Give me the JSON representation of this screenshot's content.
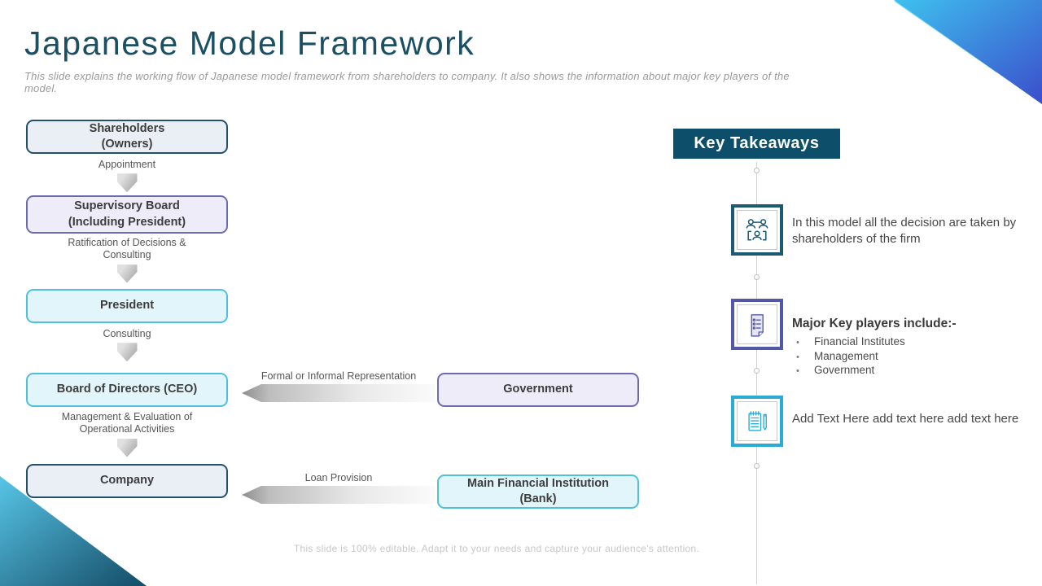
{
  "slide": {
    "title": "Japanese Model Framework",
    "subtitle": "This slide explains the working flow of Japanese model framework from shareholders to company. It also shows the information about major key players of the model.",
    "footer": "This slide is 100% editable. Adapt it to your needs and capture your audience's attention."
  },
  "flow": {
    "nodes": [
      {
        "line1": "Shareholders",
        "line2": "(Owners)"
      },
      {
        "line1": "Supervisory Board",
        "line2": "(Including President)"
      },
      {
        "line1": "President"
      },
      {
        "line1": "Board of Directors (CEO)"
      },
      {
        "line1": "Company"
      }
    ],
    "connectors": [
      {
        "label": "Appointment"
      },
      {
        "label": "Ratification of Decisions & Consulting"
      },
      {
        "label": "Consulting"
      },
      {
        "label": "Management & Evaluation of Operational Activities"
      }
    ],
    "side_nodes": [
      {
        "line1": "Government"
      },
      {
        "line1": "Main Financial Institution",
        "line2": "(Bank)"
      }
    ],
    "horizontal_links": [
      {
        "label": "Formal or Informal Representation"
      },
      {
        "label": "Loan Provision"
      }
    ]
  },
  "key_takeaways": {
    "header": "Key Takeaways",
    "items": [
      {
        "icon": "team-structure-icon",
        "text": "In this model all the decision are taken by shareholders of the firm"
      },
      {
        "icon": "document-list-icon",
        "heading": "Major Key players include:-",
        "bullets": [
          "Financial Institutes",
          "Management",
          "Government"
        ]
      },
      {
        "icon": "notepad-pencil-icon",
        "text": "Add Text Here add text here add text here"
      }
    ]
  },
  "colors": {
    "title_teal": "#1d4f63",
    "band_teal": "#0d4f6a",
    "navy_border": "#24506b",
    "purple_border": "#6d6ab2",
    "cyan_border": "#4fc0dc",
    "icon_teal": "#1b5a72",
    "icon_indigo": "#5358a6",
    "icon_cyan": "#2caad6",
    "corner_blue_start": "#3ec1ef",
    "corner_blue_end": "#3b4ecb",
    "corner_teal_start": "#58c5e7",
    "corner_teal_end": "#144c66"
  }
}
